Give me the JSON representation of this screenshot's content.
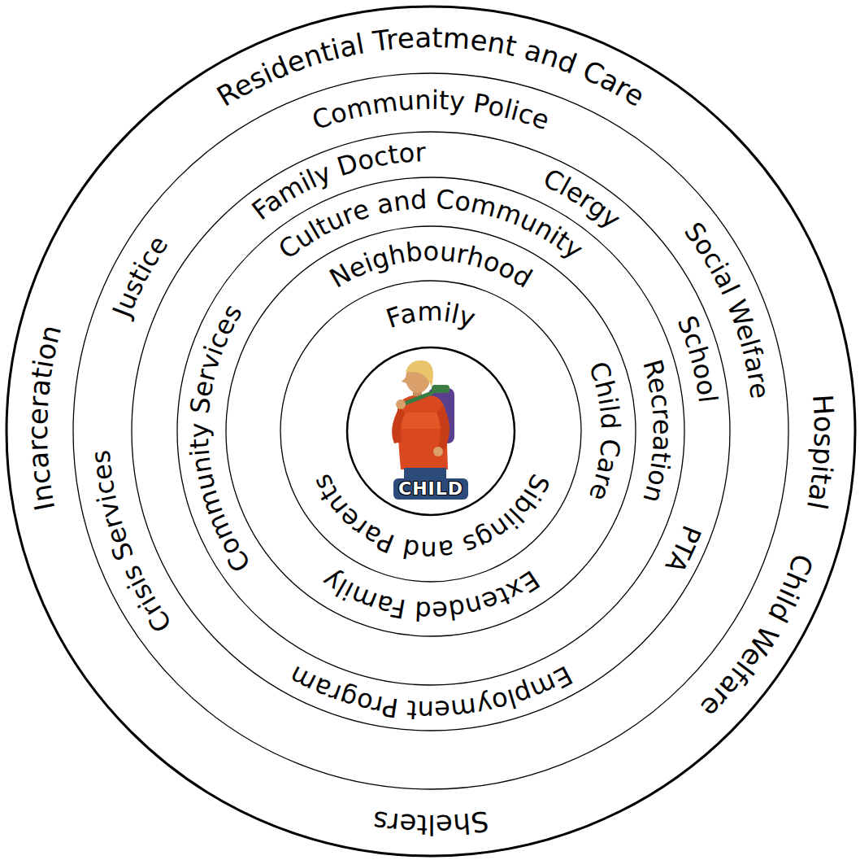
{
  "diagram": {
    "nodes": [
      {
        "text": [
          "Residential Treatment and Care",
          "Hospital",
          "Child Welfare",
          "Shelters",
          "Incarceration"
        ]
      },
      {
        "text": [
          "Community Police",
          "Social Welfare",
          "Crisis Services",
          "Justice"
        ],
        "in": 0
      },
      {
        "text": [
          "Family Doctor",
          "Clergy",
          "School",
          "PTA",
          "Employment Program"
        ],
        "in": 1
      },
      {
        "text": [
          "Culture and Community",
          "Recreation",
          "Community Services"
        ],
        "in": 2
      },
      {
        "text": [
          "Neighbourhood",
          "Child Care",
          "Extended Family"
        ],
        "in": 3
      },
      {
        "text": [
          "Family",
          "Siblings and Parents"
        ],
        "in": 4
      },
      {
        "text": [
          "CHILD"
        ],
        "in": 5
      }
    ]
  }
}
